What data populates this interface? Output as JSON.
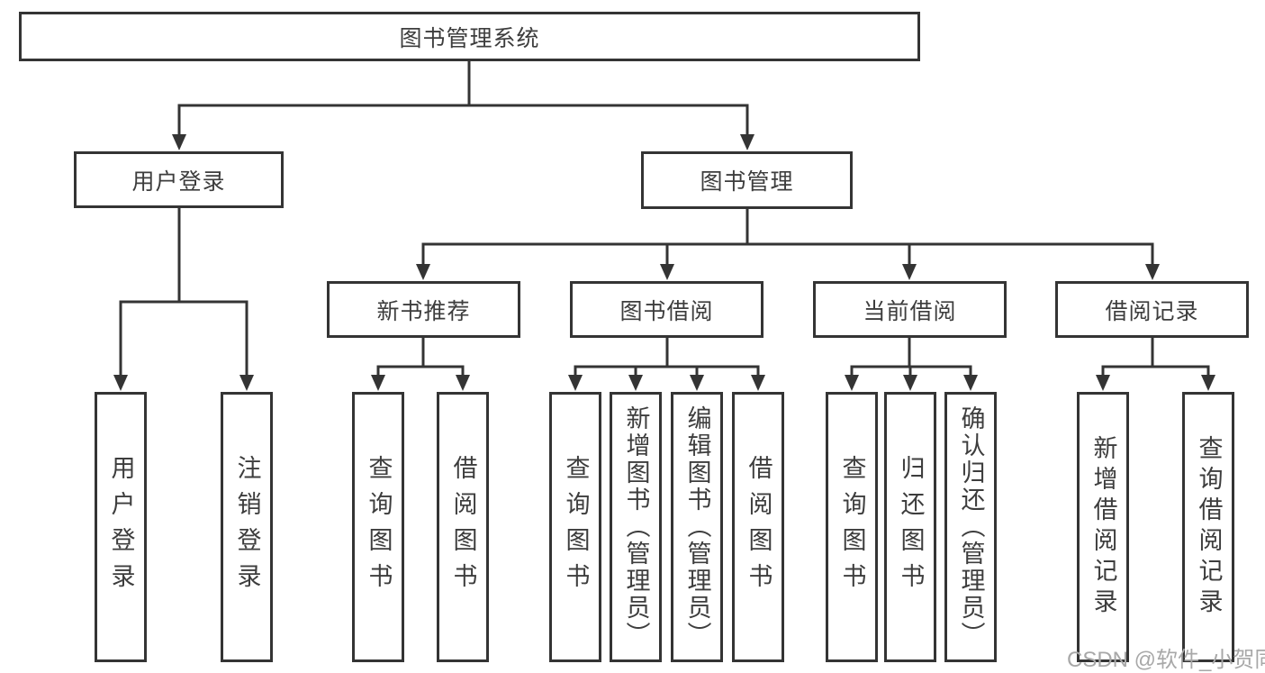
{
  "nodes": {
    "root": "图书管理系统",
    "level2": {
      "user_login": "用户登录",
      "book_mgmt": "图书管理"
    },
    "level3": {
      "new_books": "新书推荐",
      "book_borrow": "图书借阅",
      "current_borrow": "当前借阅",
      "borrow_records": "借阅记录"
    },
    "leaves": {
      "user_login": [
        "用户登录",
        "注销登录"
      ],
      "new_books": [
        "查询图书",
        "借阅图书"
      ],
      "book_borrow": [
        "查询图书",
        "新增图书（管理员）",
        "编辑图书（管理员）",
        "借阅图书"
      ],
      "current_borrow": [
        "查询图书",
        "归还图书",
        "确认归还（管理员）"
      ],
      "borrow_records": [
        "新增借阅记录",
        "查询借阅记录"
      ]
    }
  },
  "watermark": "CSDN @软件_小贺同学",
  "colors": {
    "line": "#343434",
    "text": "#3d3d3d",
    "watermark": "#a8a8a8",
    "background": "#ffffff"
  }
}
